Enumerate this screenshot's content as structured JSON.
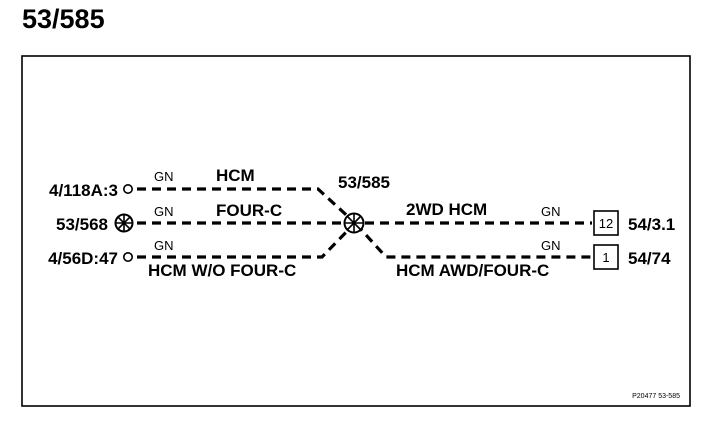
{
  "page_title": "53/585",
  "wires": {
    "top": {
      "color": "GN",
      "name": "HCM",
      "source": "4/118A:3"
    },
    "middle": {
      "color": "GN",
      "name": "FOUR-C",
      "source": "53/568"
    },
    "bottom": {
      "color": "GN",
      "name": "HCM W/O FOUR-C",
      "source": "4/56D:47"
    },
    "right_top": {
      "color": "GN",
      "name": "2WD HCM",
      "pin": "12",
      "dest": "54/3.1"
    },
    "right_bottom": {
      "color": "GN",
      "name": "HCM AWD/FOUR-C",
      "pin": "1",
      "dest": "54/74"
    }
  },
  "splice_label": "53/585",
  "figure_ref": "P20477  53-585"
}
